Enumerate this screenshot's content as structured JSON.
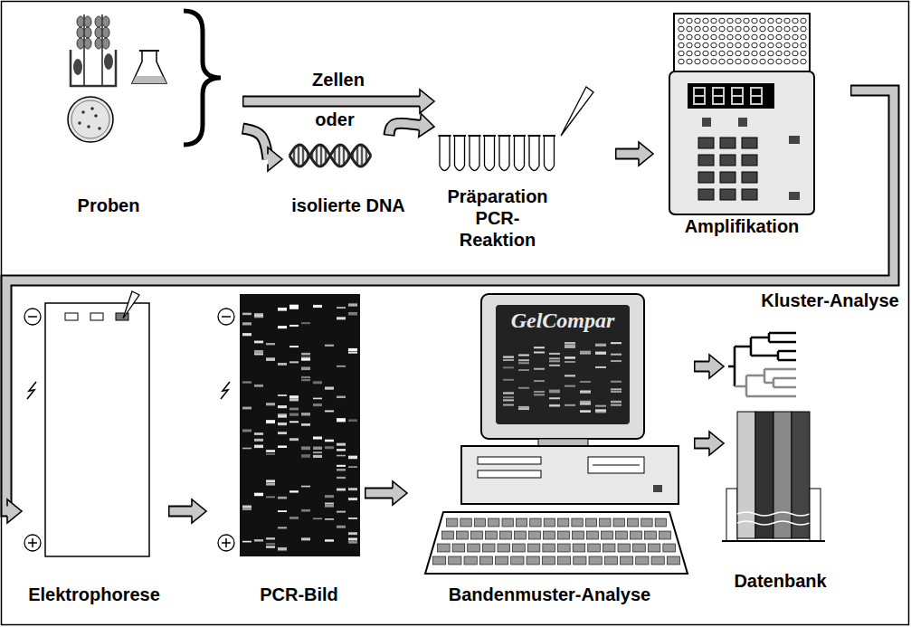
{
  "diagram": {
    "nodes": [
      {
        "text": [
          "Proben"
        ]
      },
      {
        "text": [
          "isolierte DNA"
        ]
      },
      {
        "text": [
          "Präparation PCR-Reaktion"
        ]
      },
      {
        "text": [
          "Amplifikation"
        ]
      },
      {
        "text": [
          "Elektrophorese"
        ]
      },
      {
        "text": [
          "PCR-Bild"
        ]
      },
      {
        "text": [
          "Bandenmuster-Analyse"
        ]
      },
      {
        "text": [
          "Kluster-Analyse"
        ]
      },
      {
        "text": [
          "Datenbank"
        ]
      }
    ],
    "edges": [
      {
        "from": 0,
        "to": 2,
        "label": "Zellen",
        "arrow": "to"
      },
      {
        "from": 0,
        "to": 1,
        "arrow": "to"
      },
      {
        "from": 1,
        "to": 2,
        "arrow": "to"
      },
      {
        "from": 2,
        "to": 3,
        "arrow": "to"
      },
      {
        "from": 3,
        "to": 4,
        "arrow": "to"
      },
      {
        "from": 4,
        "to": 5,
        "arrow": "to"
      },
      {
        "from": 5,
        "to": 6,
        "arrow": "to"
      },
      {
        "from": 6,
        "to": 7,
        "arrow": "to"
      },
      {
        "from": 6,
        "to": 8,
        "arrow": "to"
      }
    ],
    "labels": [
      "oder",
      "GelCompar"
    ]
  }
}
